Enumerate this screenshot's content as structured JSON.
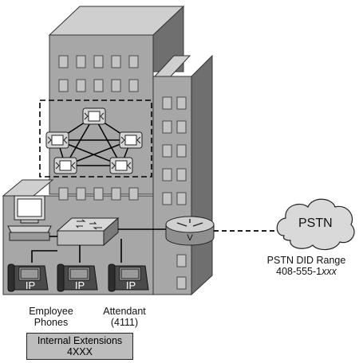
{
  "cloud_label": "PSTN",
  "did_range": {
    "line1": "PSTN DID Range",
    "line2_prefix": "408-555-1",
    "line2_suffix": "xxx"
  },
  "employee_phones": {
    "line1": "Employee",
    "line2": "Phones"
  },
  "attendant": {
    "line1": "Attendant",
    "line2": "(4111)"
  },
  "internal_extensions": {
    "line1": "Internal Extensions",
    "line2": "4XXX"
  },
  "phone_badge": "IP",
  "router_badge": "V",
  "colors": {
    "building_front": "#a7a7a7",
    "building_side": "#6f6f6f",
    "building_top": "#cfcfcf",
    "window": "#c4c4c4",
    "cloud": "#d9d9d9",
    "ext_box": "#bdbdbd"
  }
}
